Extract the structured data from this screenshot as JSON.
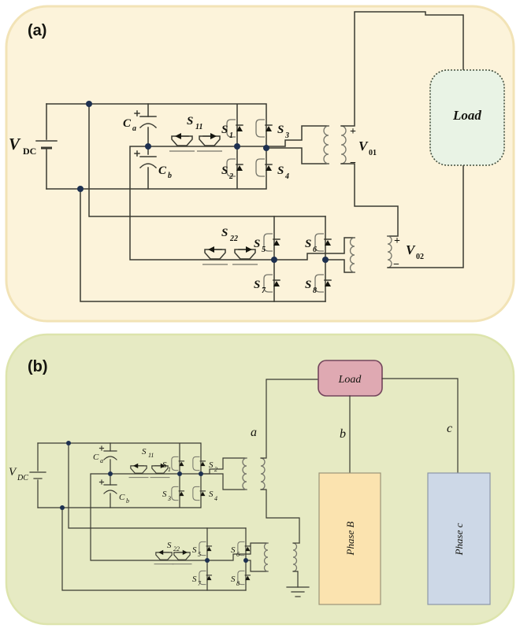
{
  "figure": {
    "panel_a": {
      "tag": "(a)",
      "vdc": {
        "main": "V",
        "sub": "DC"
      },
      "ca": {
        "main": "C",
        "sub": "a"
      },
      "cb": {
        "main": "C",
        "sub": "b"
      },
      "s11": {
        "main": "S",
        "sub": "11"
      },
      "s22": {
        "main": "S",
        "sub": "22"
      },
      "s1": {
        "main": "S",
        "sub": "1"
      },
      "s2": {
        "main": "S",
        "sub": "2"
      },
      "s3": {
        "main": "S",
        "sub": "3"
      },
      "s4": {
        "main": "S",
        "sub": "4"
      },
      "s5": {
        "main": "S",
        "sub": "5"
      },
      "s6": {
        "main": "S",
        "sub": "6"
      },
      "s7": {
        "main": "S",
        "sub": "7"
      },
      "s8": {
        "main": "S",
        "sub": "8"
      },
      "v01": {
        "main": "V",
        "sub": "01",
        "plus": "+",
        "minus": "−"
      },
      "v02": {
        "main": "V",
        "sub": "02",
        "plus": "+",
        "minus": "−"
      },
      "load": "Load"
    },
    "panel_b": {
      "tag": "(b)",
      "vdc": {
        "main": "V",
        "sub": "DC"
      },
      "ca": {
        "main": "C",
        "sub": "a"
      },
      "cb": {
        "main": "C",
        "sub": "b"
      },
      "s11": {
        "main": "S",
        "sub": "11"
      },
      "s22": {
        "main": "S",
        "sub": "22"
      },
      "s1": {
        "main": "S",
        "sub": "1"
      },
      "s2": {
        "main": "S",
        "sub": "2"
      },
      "s3": {
        "main": "S",
        "sub": "3"
      },
      "s4": {
        "main": "S",
        "sub": "4"
      },
      "s5": {
        "main": "S",
        "sub": "5"
      },
      "s6": {
        "main": "S",
        "sub": "6"
      },
      "s7": {
        "main": "S",
        "sub": "7"
      },
      "s8": {
        "main": "S",
        "sub": "8"
      },
      "node_a": "a",
      "node_b": "b",
      "node_c": "c",
      "load": "Load",
      "phase_b": "Phase B",
      "phase_c": "Phase c"
    }
  },
  "colors": {
    "panel_a_bg": "#fcf3da",
    "panel_a_border": "#f2e3b6",
    "panel_b_bg": "#e6eac3",
    "panel_b_border": "#dde4ac",
    "wire": "#3a3a31",
    "junction_dot": "#1d3050",
    "load_a_fill": "#e9f3e5",
    "load_a_border": "#43503f",
    "load_b_fill": "#dfa9b2",
    "load_b_border": "#73455c",
    "phase_b_fill": "#fbe3af",
    "phase_b_border": "#9b9478",
    "phase_c_fill": "#cdd8e7",
    "phase_c_border": "#8b96a8"
  }
}
